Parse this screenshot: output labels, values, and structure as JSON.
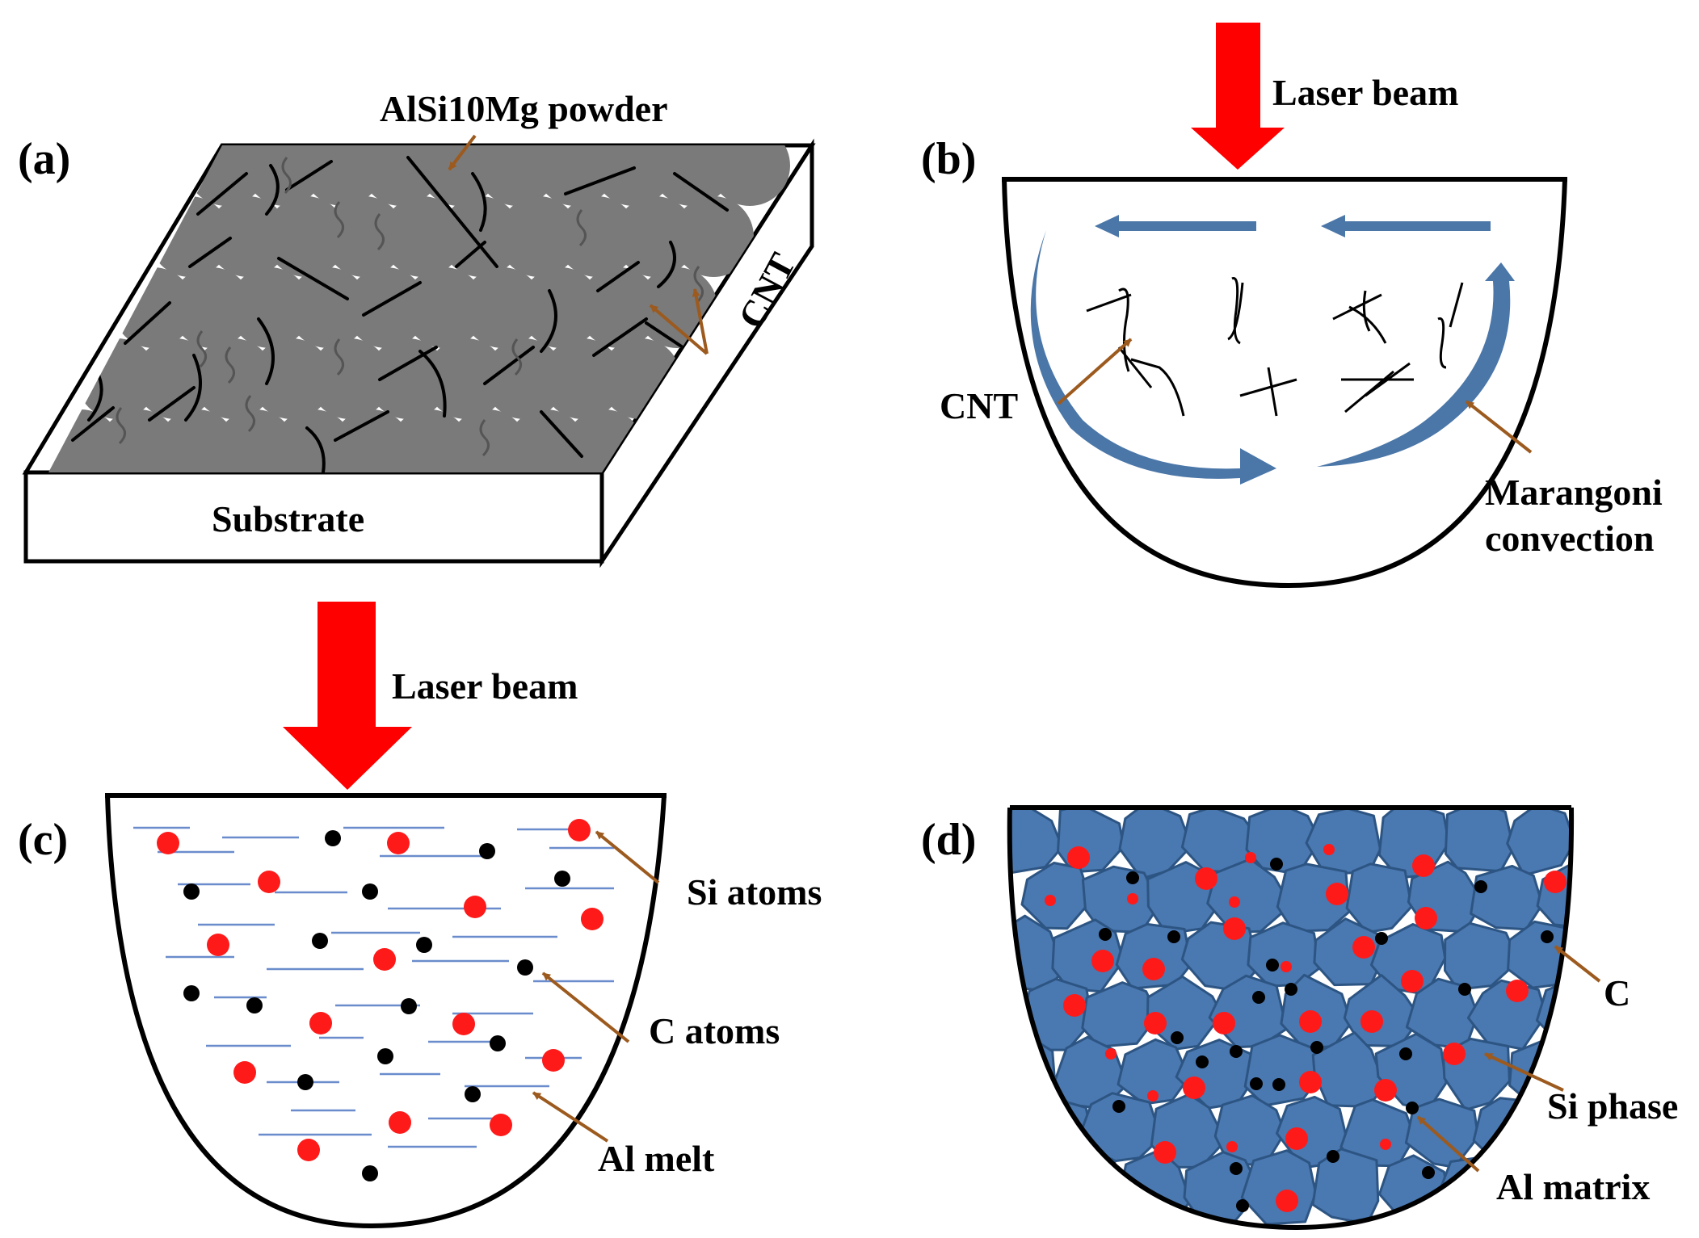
{
  "panels": {
    "a": {
      "tag": "(a)",
      "powder_label": "AlSi10Mg powder",
      "cnt_label": "CNT",
      "substrate_label": "Substrate"
    },
    "b": {
      "tag": "(b)",
      "laser_label": "Laser beam",
      "cnt_label": "CNT",
      "marangoni_line1": "Marangoni",
      "marangoni_line2": "convection"
    },
    "c": {
      "tag": "(c)",
      "laser_label": "Laser beam",
      "si_label": "Si atoms",
      "c_label": "C atoms",
      "al_label": "Al melt"
    },
    "d": {
      "tag": "(d)",
      "c_label": "C",
      "si_label": "Si phase",
      "al_label": "Al matrix"
    }
  },
  "colors": {
    "laser": "#ff0000",
    "pointer": "#9c5a1e",
    "powder": "#7a7a7a",
    "flow": "#4a76a8",
    "al_grain": "#4a78b0",
    "si": "#ff1a1a",
    "carbon": "#000000"
  }
}
